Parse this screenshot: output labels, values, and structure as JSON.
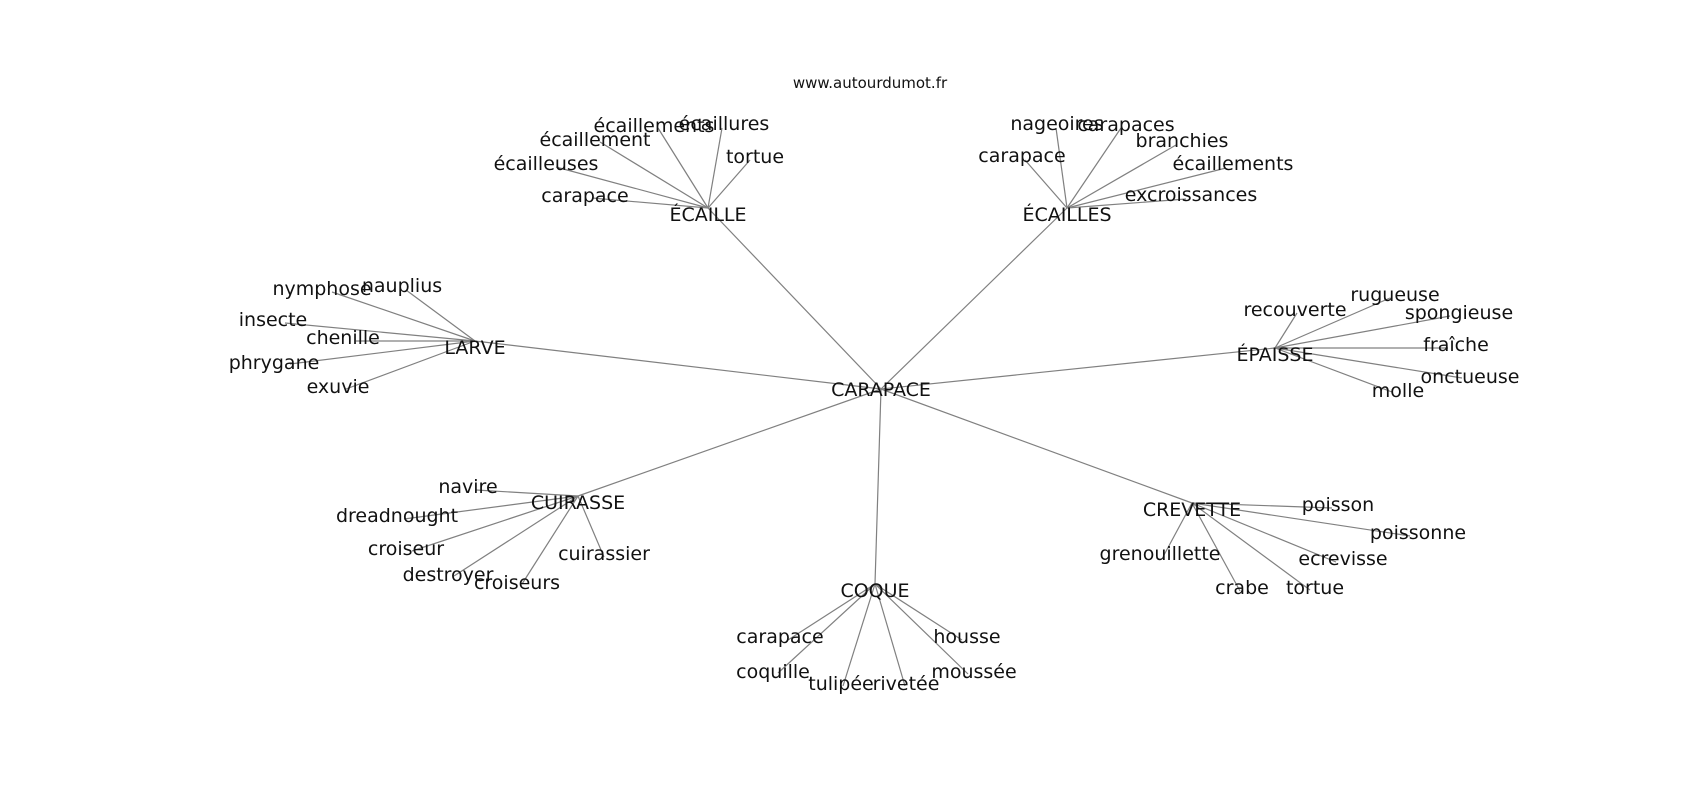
{
  "site": "www.autourdumot.fr",
  "center": {
    "id": "carapace_center",
    "label": "CARAPACE"
  },
  "hubs": [
    {
      "id": "ecaille",
      "label": "ÉCAILLE",
      "leaves": [
        {
          "id": "ecaille_l1",
          "label": "écaillements"
        },
        {
          "id": "ecaille_l2",
          "label": "écaillures"
        },
        {
          "id": "ecaille_l3",
          "label": "écaillement"
        },
        {
          "id": "ecaille_l4",
          "label": "tortue"
        },
        {
          "id": "ecaille_l5",
          "label": "écailleuses"
        },
        {
          "id": "ecaille_l6",
          "label": "carapace"
        }
      ]
    },
    {
      "id": "ecailles",
      "label": "ÉCAILLES",
      "leaves": [
        {
          "id": "ecailles_l1",
          "label": "nageoires"
        },
        {
          "id": "ecailles_l2",
          "label": "carapaces"
        },
        {
          "id": "ecailles_l3",
          "label": "branchies"
        },
        {
          "id": "ecailles_l4",
          "label": "carapace"
        },
        {
          "id": "ecailles_l5",
          "label": "écaillements"
        },
        {
          "id": "ecailles_l6",
          "label": "excroissances"
        }
      ]
    },
    {
      "id": "larve",
      "label": "LARVE",
      "leaves": [
        {
          "id": "larve_l1",
          "label": "nymphose"
        },
        {
          "id": "larve_l2",
          "label": "nauplius"
        },
        {
          "id": "larve_l3",
          "label": "insecte"
        },
        {
          "id": "larve_l4",
          "label": "chenille"
        },
        {
          "id": "larve_l5",
          "label": "phrygane"
        },
        {
          "id": "larve_l6",
          "label": "exuvie"
        }
      ]
    },
    {
      "id": "epaisse",
      "label": "ÉPAISSE",
      "leaves": [
        {
          "id": "epaisse_l1",
          "label": "rugueuse"
        },
        {
          "id": "epaisse_l2",
          "label": "recouverte"
        },
        {
          "id": "epaisse_l3",
          "label": "spongieuse"
        },
        {
          "id": "epaisse_l4",
          "label": "fraîche"
        },
        {
          "id": "epaisse_l5",
          "label": "onctueuse"
        },
        {
          "id": "epaisse_l6",
          "label": "molle"
        }
      ]
    },
    {
      "id": "cuirasse",
      "label": "CUIRASSE",
      "leaves": [
        {
          "id": "cuirasse_l1",
          "label": "navire"
        },
        {
          "id": "cuirasse_l2",
          "label": "dreadnought"
        },
        {
          "id": "cuirasse_l3",
          "label": "croiseur"
        },
        {
          "id": "cuirasse_l4",
          "label": "cuirassier"
        },
        {
          "id": "cuirasse_l5",
          "label": "destroyer"
        },
        {
          "id": "cuirasse_l6",
          "label": "croiseurs"
        }
      ]
    },
    {
      "id": "crevette",
      "label": "CREVETTE",
      "leaves": [
        {
          "id": "crevette_l1",
          "label": "poisson"
        },
        {
          "id": "crevette_l2",
          "label": "poissonne"
        },
        {
          "id": "crevette_l3",
          "label": "grenouillette"
        },
        {
          "id": "crevette_l4",
          "label": "ecrevisse"
        },
        {
          "id": "crevette_l5",
          "label": "crabe"
        },
        {
          "id": "crevette_l6",
          "label": "tortue"
        }
      ]
    },
    {
      "id": "coque",
      "label": "COQUE",
      "leaves": [
        {
          "id": "coque_l1",
          "label": "carapace"
        },
        {
          "id": "coque_l2",
          "label": "housse"
        },
        {
          "id": "coque_l3",
          "label": "coquille"
        },
        {
          "id": "coque_l4",
          "label": "moussée"
        },
        {
          "id": "coque_l5",
          "label": "tulipée"
        },
        {
          "id": "coque_l6",
          "label": "rivetée"
        }
      ]
    }
  ]
}
